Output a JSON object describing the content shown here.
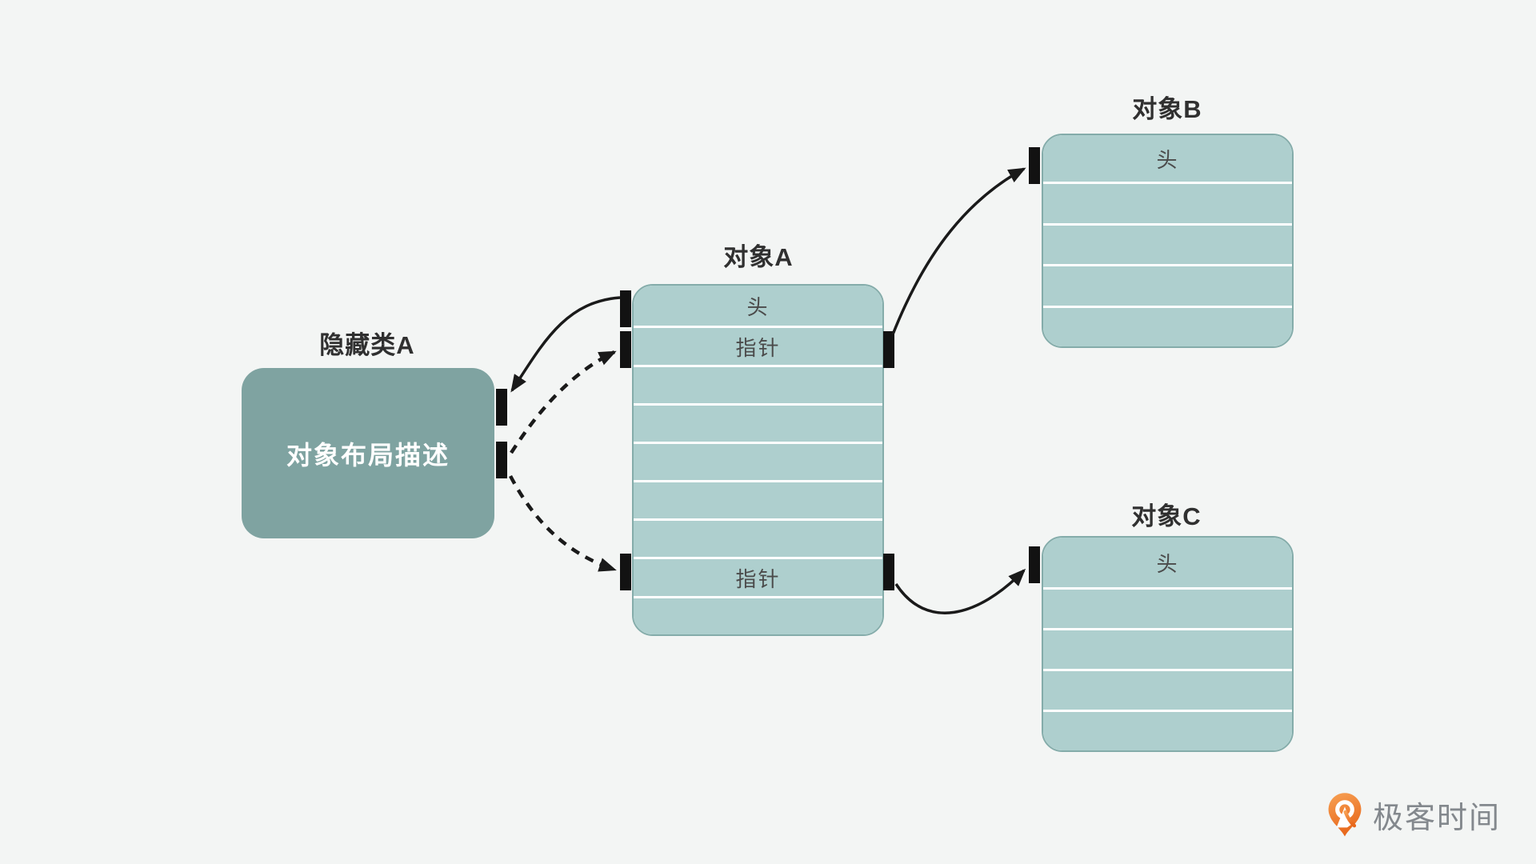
{
  "canvas": {
    "background_color": "#f3f5f4"
  },
  "palette": {
    "row_fill": "#aecfce",
    "table_border": "#84acaa",
    "hidden_class_fill": "#7fa3a1",
    "port_color": "#121212",
    "arrow_color": "#1a1a1a",
    "title_color": "#303030",
    "row_label_color": "#4b4b4b"
  },
  "nodes": {
    "hidden_class_a": {
      "title": "隐藏类A",
      "body_label": "对象布局描述"
    },
    "object_a": {
      "title": "对象A",
      "rows": [
        {
          "label": "头"
        },
        {
          "label": "指针"
        },
        {
          "label": ""
        },
        {
          "label": ""
        },
        {
          "label": ""
        },
        {
          "label": ""
        },
        {
          "label": ""
        },
        {
          "label": "指针"
        },
        {
          "label": ""
        }
      ]
    },
    "object_b": {
      "title": "对象B",
      "rows": [
        {
          "label": "头"
        },
        {
          "label": ""
        },
        {
          "label": ""
        },
        {
          "label": ""
        },
        {
          "label": ""
        }
      ]
    },
    "object_c": {
      "title": "对象C",
      "rows": [
        {
          "label": "头"
        },
        {
          "label": ""
        },
        {
          "label": ""
        },
        {
          "label": ""
        },
        {
          "label": ""
        }
      ]
    }
  },
  "edges": [
    {
      "id": "objectA-head-to-hiddenClassA",
      "style": "solid",
      "from": "对象A.头",
      "to": "隐藏类A"
    },
    {
      "id": "hiddenClassA-to-objectA-pointer1",
      "style": "dashed",
      "from": "隐藏类A",
      "to": "对象A.指针(上)"
    },
    {
      "id": "hiddenClassA-to-objectA-pointer2",
      "style": "dashed",
      "from": "隐藏类A",
      "to": "对象A.指针(下)"
    },
    {
      "id": "objectA-pointer1-to-objectB",
      "style": "solid",
      "from": "对象A.指针(上)",
      "to": "对象B.头"
    },
    {
      "id": "objectA-pointer2-to-objectC",
      "style": "solid",
      "from": "对象A.指针(下)",
      "to": "对象C.头"
    }
  ],
  "logo": {
    "text": "极客时间",
    "icon": "geektime-pin-icon",
    "icon_color": "#ed6c1e",
    "text_color": "#83888d"
  }
}
